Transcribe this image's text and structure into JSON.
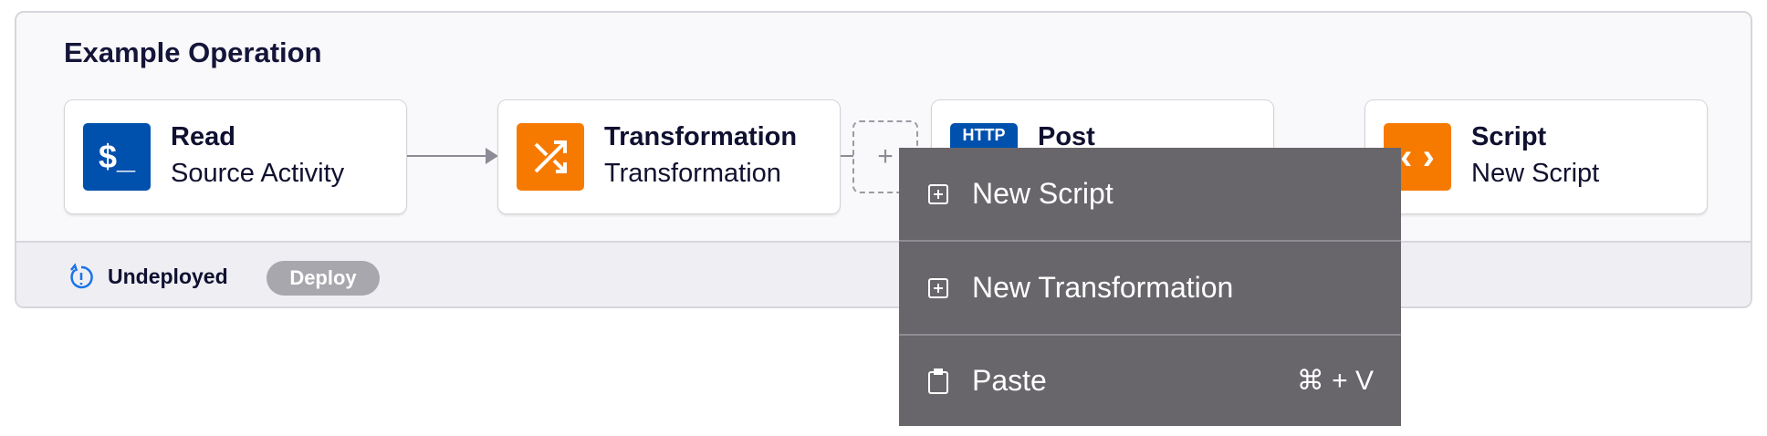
{
  "operation": {
    "title": "Example Operation"
  },
  "steps": [
    {
      "title": "Read",
      "subtitle": "Source Activity",
      "icon": "dollar-terminal-icon",
      "color": "#0050ad"
    },
    {
      "title": "Transformation",
      "subtitle": "Transformation",
      "icon": "shuffle-icon",
      "color": "#f77a00"
    },
    {
      "title": "Post",
      "subtitle": "",
      "icon": "http-icon",
      "icon_text": "HTTP",
      "color": "#0050ad"
    },
    {
      "title": "Script",
      "subtitle": "New Script",
      "icon": "code-icon",
      "color": "#f77a00"
    }
  ],
  "add_step": "+",
  "footer": {
    "status": "Undeployed",
    "deploy_label": "Deploy"
  },
  "context_menu": {
    "items": [
      {
        "label": "New Script",
        "icon": "plus-square-icon"
      },
      {
        "label": "New Transformation",
        "icon": "plus-square-icon"
      },
      {
        "label": "Paste",
        "icon": "clipboard-icon",
        "shortcut": "⌘ + V"
      }
    ]
  }
}
